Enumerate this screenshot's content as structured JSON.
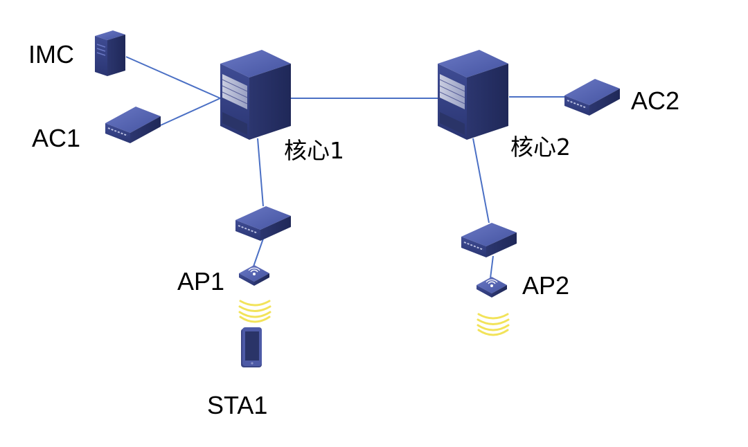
{
  "diagram": {
    "nodes": {
      "imc": {
        "label": "IMC",
        "kind": "server-tower"
      },
      "ac1": {
        "label": "AC1",
        "kind": "access-controller"
      },
      "core1": {
        "label": "核心1",
        "kind": "core-chassis-switch"
      },
      "core2": {
        "label": "核心2",
        "kind": "core-chassis-switch"
      },
      "ac2": {
        "label": "AC2",
        "kind": "access-controller"
      },
      "sw1": {
        "label": "",
        "kind": "access-switch"
      },
      "sw2": {
        "label": "",
        "kind": "access-switch"
      },
      "ap1": {
        "label": "AP1",
        "kind": "wireless-ap"
      },
      "ap2": {
        "label": "AP2",
        "kind": "wireless-ap"
      },
      "sta1": {
        "label": "STA1",
        "kind": "tablet"
      }
    },
    "links": [
      {
        "from": "imc",
        "to": "core1"
      },
      {
        "from": "ac1",
        "to": "core1"
      },
      {
        "from": "core1",
        "to": "core2"
      },
      {
        "from": "core2",
        "to": "ac2"
      },
      {
        "from": "core1",
        "to": "sw1"
      },
      {
        "from": "sw1",
        "to": "ap1"
      },
      {
        "from": "core2",
        "to": "sw2"
      },
      {
        "from": "sw2",
        "to": "ap2"
      }
    ],
    "colors": {
      "link": "#4a6fc4",
      "device_top": "#4d5aa6",
      "device_front": "#33407f",
      "device_side": "#262f66",
      "wifi_wave": "#f2e35a"
    }
  }
}
